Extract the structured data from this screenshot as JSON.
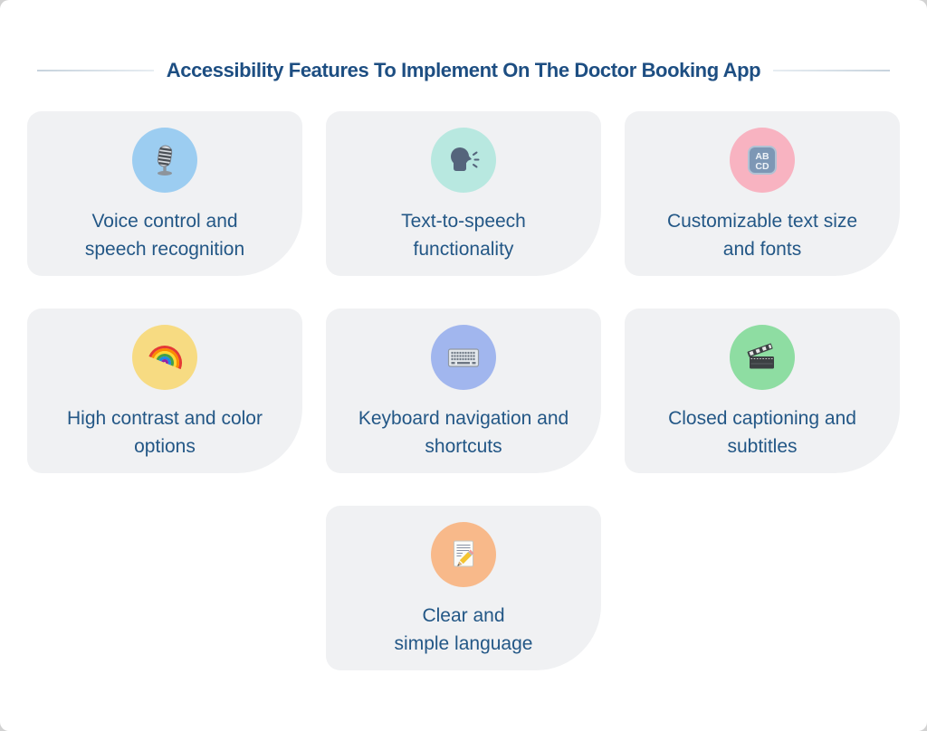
{
  "page": {
    "title": "Accessibility Features To Implement On The Doctor Booking App",
    "title_color": "#1d4e82",
    "card_background": "#f0f1f3",
    "text_color": "#235786",
    "divider_color": "#c7d3dd"
  },
  "cards": [
    {
      "id": "voice-control",
      "icon": "microphone-icon",
      "circle_color": "#9ccdf1",
      "lines": [
        "Voice control and",
        "speech recognition"
      ]
    },
    {
      "id": "text-to-speech",
      "icon": "speaking-head-icon",
      "circle_color": "#b8e8e0",
      "lines": [
        "Text-to-speech",
        "functionality"
      ]
    },
    {
      "id": "custom-text",
      "icon": "abcd-input-icon",
      "circle_color": "#f8b3c1",
      "lines": [
        "Customizable text size",
        "and fonts"
      ],
      "icon_text": [
        "AB",
        "CD"
      ]
    },
    {
      "id": "high-contrast",
      "icon": "rainbow-icon",
      "circle_color": "#f7db82",
      "lines": [
        "High contrast and color",
        "options"
      ]
    },
    {
      "id": "keyboard-nav",
      "icon": "keyboard-icon",
      "circle_color": "#a1b6ee",
      "lines": [
        "Keyboard navigation and",
        "shortcuts"
      ]
    },
    {
      "id": "closed-captioning",
      "icon": "clapper-board-icon",
      "circle_color": "#8edda2",
      "lines": [
        "Closed captioning and",
        "subtitles"
      ]
    },
    {
      "id": "clear-language",
      "icon": "memo-icon",
      "circle_color": "#f8b98a",
      "lines": [
        "Clear and",
        "simple language"
      ]
    }
  ]
}
